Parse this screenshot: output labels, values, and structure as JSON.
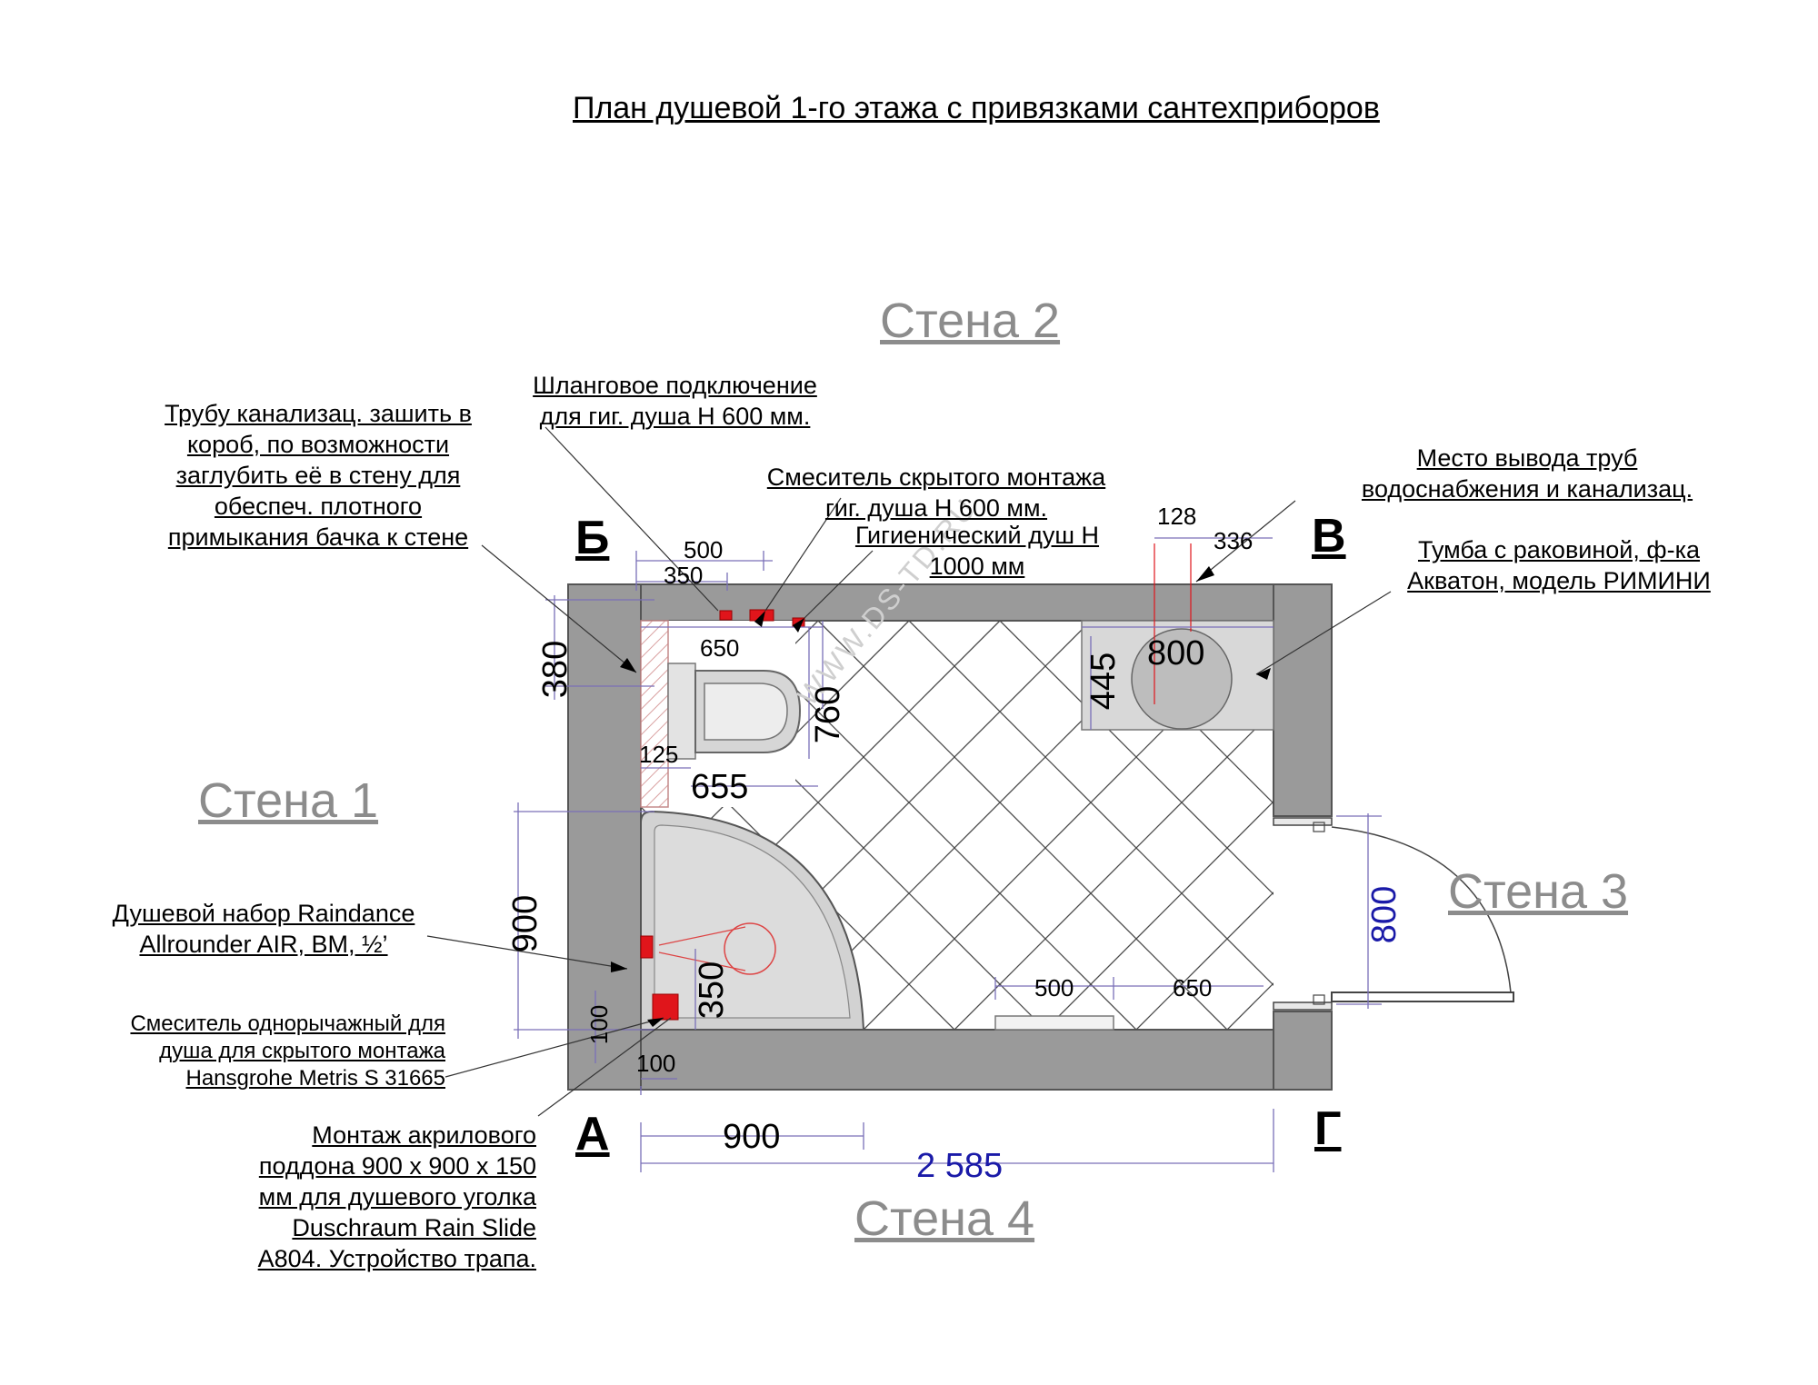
{
  "title": "План  душевой 1-го этажа с привязками сантехприборов",
  "walls": {
    "wall1": "Стена 1",
    "wall2": "Стена 2",
    "wall3": "Стена 3",
    "wall4": "Стена 4"
  },
  "corners": {
    "a": "А",
    "b": "Б",
    "v": "В",
    "g": "Г"
  },
  "watermark": "WWW.DS-TD.RU",
  "annotations": {
    "sewer_pipe": "Трубу канализац. зашить в\nкороб, по возможности\nзаглубить её в стену для\nобеспеч.  плотного\nпримыкания бачка к стене",
    "hose_connection": "Шланговое подключение\nдля гиг. душа Н 600 мм.",
    "hidden_mixer": "Смеситель скрытого монтажа\nгиг. душа Н 600 мм.",
    "hygienic_shower": "Гигиенический душ Н\n1000 мм",
    "pipe_outlet": "Место вывода труб\nводоснабжения и канализац.",
    "vanity": "Тумба с раковиной, ф-ка\nАкватон, модель РИМИНИ",
    "shower_set": "Душевой набор Raindance\nAllrounder AIR, ВМ, ½’",
    "single_lever_mixer": "Смеситель однорычажный для\nдуша для скрытого монтажа\nHansgrohe Metris S 31665",
    "acrylic_tray": "Монтаж  акрилового\nподдона 900 х 900 х 150\nмм  для душевого уголка\nDuschraum Rain Slide\nA804. Устройство трапа."
  },
  "dimensions": {
    "d500_top": "500",
    "d350_top": "350",
    "d650_top": "650",
    "d380": "380",
    "d760": "760",
    "d125": "125",
    "d655": "655",
    "d128": "128",
    "d336": "336",
    "d800_sink": "800",
    "d445": "445",
    "d900_left": "900",
    "d350_left": "350",
    "d100_left": "100",
    "d100_bottom": "100",
    "d900_bottom": "900",
    "d2585": "2 585",
    "d500_bottom": "500",
    "d650_bottom": "650",
    "d800_door": "800"
  },
  "colors": {
    "wall_fill": "#9a9a9a",
    "fixture_fill": "#d6d6d6",
    "connection_red": "#e0151b",
    "dimension_line": "#7a6fb8",
    "accent_blue": "#1a1aa8"
  }
}
